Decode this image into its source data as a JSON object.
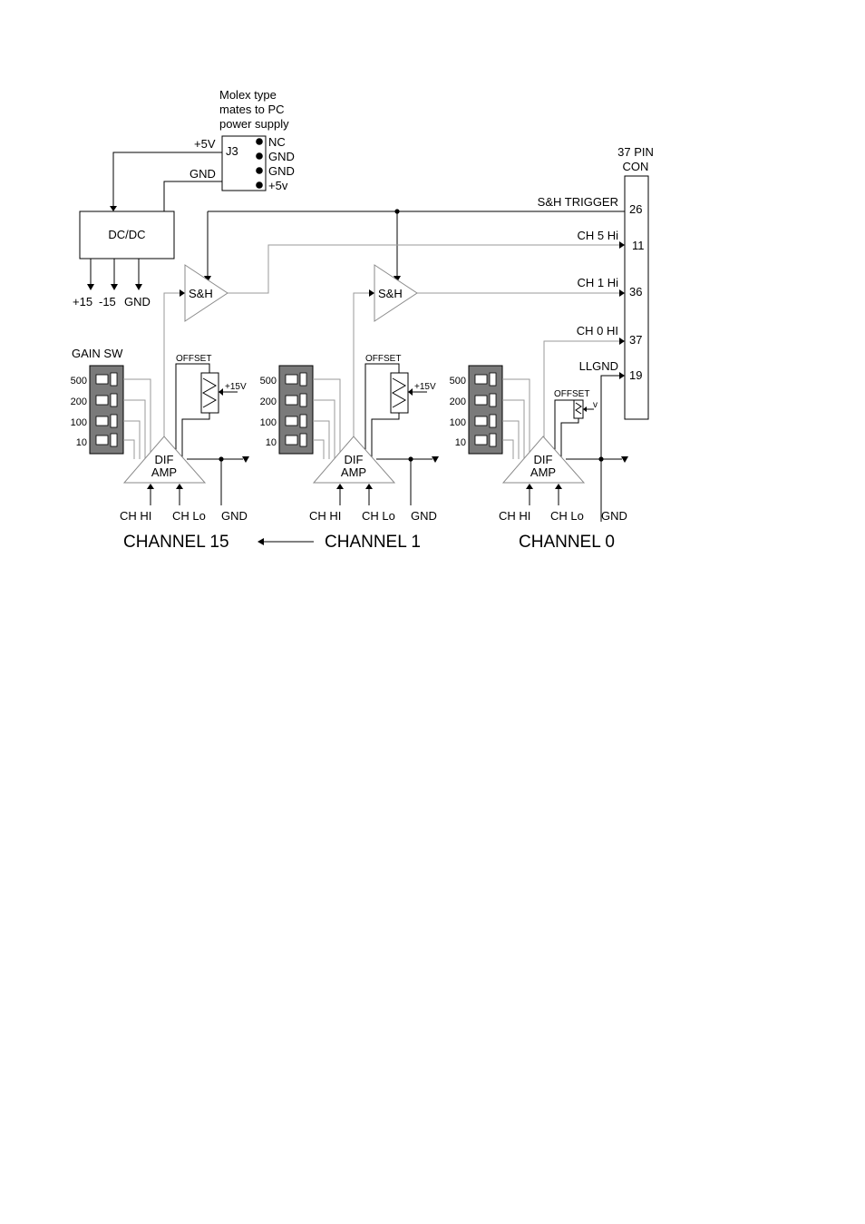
{
  "molex": {
    "caption": [
      "Molex type",
      "mates to PC",
      "power supply"
    ],
    "designator": "J3",
    "pins": [
      "NC",
      "GND",
      "GND",
      "+5v"
    ],
    "in_plus5": "+5V",
    "in_gnd": "GND"
  },
  "dcdc": {
    "label": "DC/DC",
    "outputs": [
      "+15",
      "-15",
      "GND"
    ]
  },
  "connector": {
    "title_line1": "37 PIN",
    "title_line2": "CON",
    "pins": [
      {
        "signal": "S&H TRIGGER",
        "pin": "26"
      },
      {
        "signal": "CH 5 Hi",
        "pin": "11"
      },
      {
        "signal": "CH 1 Hi",
        "pin": "36"
      },
      {
        "signal": "CH 0 HI",
        "pin": "37"
      },
      {
        "signal": "LLGND",
        "pin": "19"
      }
    ]
  },
  "sh_label": "S&H",
  "gain_sw_title": "GAIN SW",
  "gain_levels": [
    "500",
    "200",
    "100",
    "10"
  ],
  "offset_label": "OFFSET",
  "pot_supply": "+15V",
  "pot_supply_small": "v",
  "amp_label_line1": "DIF",
  "amp_label_line2": "AMP",
  "inputs": {
    "hi": "CH HI",
    "lo": "CH Lo",
    "gnd": "GND"
  },
  "channels": [
    "CHANNEL 15",
    "CHANNEL 1",
    "CHANNEL 0"
  ]
}
